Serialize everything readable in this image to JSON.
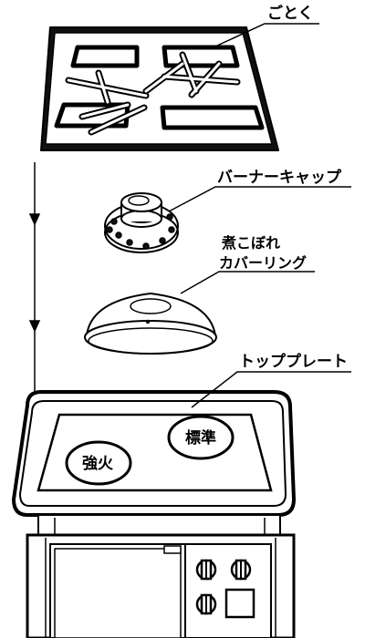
{
  "diagram": {
    "type": "exploded-assembly",
    "parts": {
      "trivet": {
        "label": "ごとく"
      },
      "burner_cap": {
        "label": "バーナーキャップ"
      },
      "spill_ring": {
        "label_line1": "煮こぼれ",
        "label_line2": "カバーリング"
      },
      "top_plate": {
        "label": "トッププレート",
        "zones": [
          {
            "name": "strong",
            "label": "強火"
          },
          {
            "name": "standard",
            "label": "標準"
          }
        ]
      }
    }
  }
}
